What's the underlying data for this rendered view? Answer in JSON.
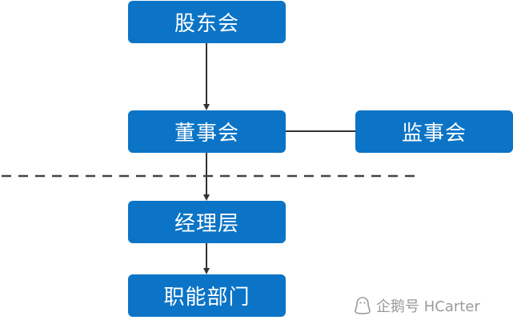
{
  "nodes": {
    "shareholders": "股东会",
    "board": "董事会",
    "supervisors": "监事会",
    "managers": "经理层",
    "departments": "职能部门"
  },
  "watermark": {
    "text": "企鹅号 HCarter"
  },
  "colors": {
    "box_fill": "#0b74c6",
    "box_text": "#ffffff",
    "connector": "#333333",
    "dashed_divider": "#444444",
    "watermark": "#9a9a9a"
  },
  "icons": [
    "penguin-logo-icon"
  ]
}
